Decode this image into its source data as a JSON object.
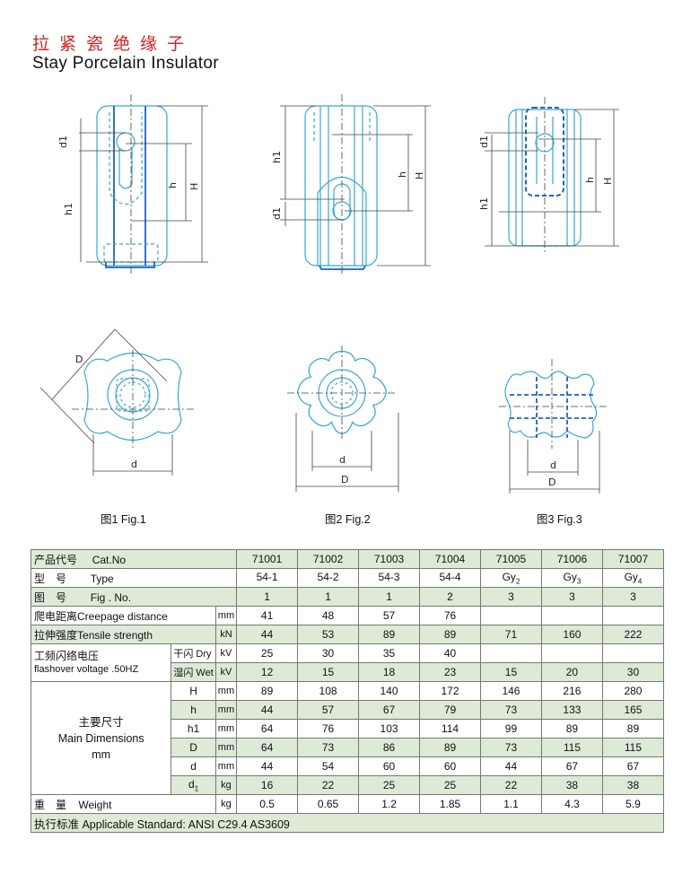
{
  "header": {
    "title_cn": "拉紧瓷绝缘子",
    "title_en": "Stay Porcelain Insulator"
  },
  "drawings": {
    "labels": {
      "d1": "d1",
      "h1": "h1",
      "h": "h",
      "H": "H",
      "D": "D",
      "d": "d"
    },
    "captions": [
      "图1 Fig.1",
      "图2 Fig.2",
      "图3 Fig.3"
    ]
  },
  "table": {
    "catno_label_cn": "产品代号",
    "catno_label_en": "Cat.No",
    "catno": [
      "71001",
      "71002",
      "71003",
      "71004",
      "71005",
      "71006",
      "71007"
    ],
    "type_label_cn": "型　号",
    "type_label_en": "Type",
    "type_base": [
      "54-1",
      "54-2",
      "54-3",
      "54-4",
      "Gy",
      "Gy",
      "Gy"
    ],
    "type_sub": [
      "",
      "",
      "",
      "",
      "2",
      "3",
      "4"
    ],
    "fig_label_cn": "图　号",
    "fig_label_en": "Fig . No.",
    "fig": [
      "1",
      "1",
      "1",
      "2",
      "3",
      "3",
      "3"
    ],
    "creepage_label_cn": "爬电距离",
    "creepage_label_en": "Creepage distance",
    "creepage_unit": "mm",
    "creepage": [
      "41",
      "48",
      "57",
      "76",
      "",
      "",
      ""
    ],
    "tensile_label_cn": "拉伸强度",
    "tensile_label_en": "Tensile strength",
    "tensile_unit": "kN",
    "tensile": [
      "44",
      "53",
      "89",
      "89",
      "71",
      "160",
      "222"
    ],
    "flash_label_cn": "工频闪络电压",
    "flash_label_en": "flashover voltage .50HZ",
    "dry_label": "干闪 Dry",
    "wet_label": "湿闪 Wet",
    "kv_unit": "kV",
    "dry": [
      "25",
      "30",
      "35",
      "40",
      "",
      "",
      ""
    ],
    "wet": [
      "12",
      "15",
      "18",
      "23",
      "15",
      "20",
      "30"
    ],
    "dims_label_cn": "主要尺寸",
    "dims_label_en": "Main Dimensions",
    "dims_label_unit": "mm",
    "dims": [
      {
        "sym": "H",
        "unit": "mm",
        "values": [
          "89",
          "108",
          "140",
          "172",
          "146",
          "216",
          "280"
        ]
      },
      {
        "sym": "h",
        "unit": "mm",
        "values": [
          "44",
          "57",
          "67",
          "79",
          "73",
          "133",
          "165"
        ]
      },
      {
        "sym": "h1",
        "unit": "mm",
        "values": [
          "64",
          "76",
          "103",
          "114",
          "99",
          "89",
          "89"
        ]
      },
      {
        "sym": "D",
        "unit": "mm",
        "values": [
          "64",
          "73",
          "86",
          "89",
          "73",
          "115",
          "115"
        ]
      },
      {
        "sym": "d",
        "unit": "mm",
        "values": [
          "44",
          "54",
          "60",
          "60",
          "44",
          "67",
          "67"
        ]
      }
    ],
    "d1_sym_base": "d",
    "d1_sym_sub": "1",
    "d1_unit": "kg",
    "d1": [
      "16",
      "22",
      "25",
      "25",
      "22",
      "38",
      "38"
    ],
    "weight_label_cn": "重　量",
    "weight_label_en": "Weight",
    "weight_unit": "kg",
    "weight": [
      "0.5",
      "0.65",
      "1.2",
      "1.85",
      "1.1",
      "4.3",
      "5.9"
    ],
    "standard": "执行标准 Applicable Standard: ANSI C29.4   AS3609"
  },
  "colors": {
    "title_red": "#d42020",
    "outline_cyan": "#3aa6d6",
    "outline_blue": "#1f5fd0",
    "row_green": "#dcead6"
  }
}
